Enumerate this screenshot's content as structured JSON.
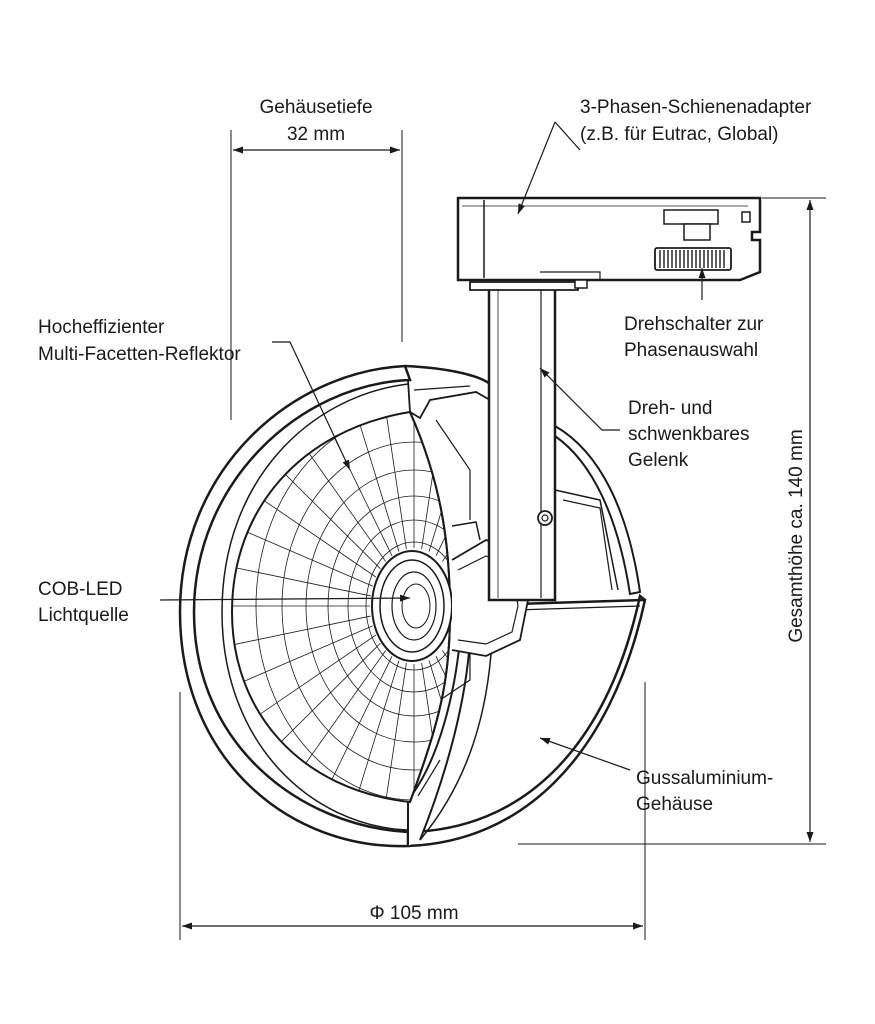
{
  "labels": {
    "depth_title": "Gehäusetiefe",
    "depth_value": "32 mm",
    "adapter_line1": "3-Phasen-Schienenadapter",
    "adapter_line2": "(z.B. für Eutrac, Global)",
    "reflector_line1": "Hocheffizienter",
    "reflector_line2": "Multi-Facetten-Reflektor",
    "switch_line1": "Drehschalter zur",
    "switch_line2": "Phasenauswahl",
    "joint_line1": "Dreh- und",
    "joint_line2": "schwenkbares",
    "joint_line3": "Gelenk",
    "led_line1": "COB-LED",
    "led_line2": "Lichtquelle",
    "height": "Gesamthöhe ca. 140 mm",
    "housing_line1": "Gussaluminium-",
    "housing_line2": "Gehäuse",
    "diameter": "Φ 105 mm"
  },
  "colors": {
    "ink": "#1a1a1a",
    "paper": "#ffffff",
    "shade": "#f2f2f2"
  }
}
